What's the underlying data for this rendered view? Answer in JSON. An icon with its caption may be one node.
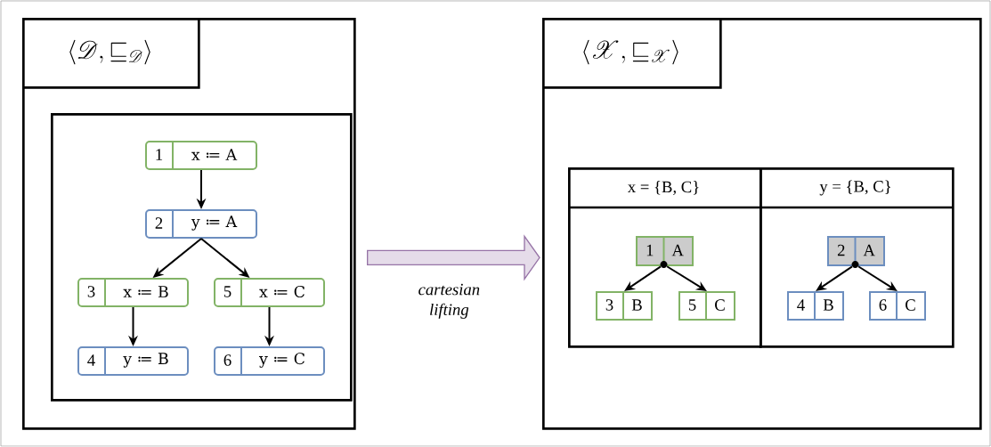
{
  "diagram": {
    "nodes": [
      {
        "text": [],
        "shape": "box"
      },
      {
        "text": [
          "\\langle \\mathscr{D}, \\sqsubseteq_{\\mathscr{D}} \\rangle"
        ],
        "in": 0
      },
      {
        "text": [],
        "shape": "box",
        "in": 0
      },
      {
        "text": [
          "1",
          "x ≔ A"
        ],
        "in": 2
      },
      {
        "text": [
          "2",
          "y ≔ A"
        ],
        "in": 2
      },
      {
        "text": [
          "3",
          "x ≔ B"
        ],
        "in": 2
      },
      {
        "text": [
          "4",
          "y ≔ B"
        ],
        "in": 2
      },
      {
        "text": [
          "5",
          "x ≔ C"
        ],
        "in": 2
      },
      {
        "text": [
          "6",
          "y ≔ C"
        ],
        "in": 2
      },
      {
        "text": [],
        "shape": "box"
      },
      {
        "text": [
          "\\langle \\mathscr{X}, \\sqsubseteq_{\\mathscr{X}} \\rangle"
        ],
        "in": 9
      },
      {
        "text": [
          "x = {B, C}"
        ],
        "in": 9
      },
      {
        "text": [
          "y = {B, C}"
        ],
        "in": 9
      },
      {
        "text": [
          "1",
          "A"
        ],
        "in": 11
      },
      {
        "text": [
          "3",
          "B"
        ],
        "in": 11
      },
      {
        "text": [
          "5",
          "C"
        ],
        "in": 11
      },
      {
        "text": [
          "2",
          "A"
        ],
        "in": 12
      },
      {
        "text": [
          "4",
          "B"
        ],
        "in": 12
      },
      {
        "text": [
          "6",
          "C"
        ],
        "in": 12
      },
      {
        "text": [],
        "shape": "circle",
        "in": 11
      },
      {
        "text": [],
        "shape": "circle",
        "in": 12
      }
    ],
    "edges": [
      {
        "from": 3,
        "to": 4,
        "arrow": "to"
      },
      {
        "from": 4,
        "to": 5,
        "arrow": "to"
      },
      {
        "from": 4,
        "to": 7,
        "arrow": "to"
      },
      {
        "from": 5,
        "to": 6,
        "arrow": "to"
      },
      {
        "from": 7,
        "to": 8,
        "arrow": "to"
      },
      {
        "from": 0,
        "to": 9,
        "arrow": "to",
        "label": "cartesian lifting",
        "color": "#9673a6"
      },
      {
        "from": 19,
        "to": 14,
        "arrow": "to"
      },
      {
        "from": 19,
        "to": 15,
        "arrow": "to"
      },
      {
        "from": 20,
        "to": 17,
        "arrow": "to"
      },
      {
        "from": 20,
        "to": 18,
        "arrow": "to"
      }
    ]
  }
}
